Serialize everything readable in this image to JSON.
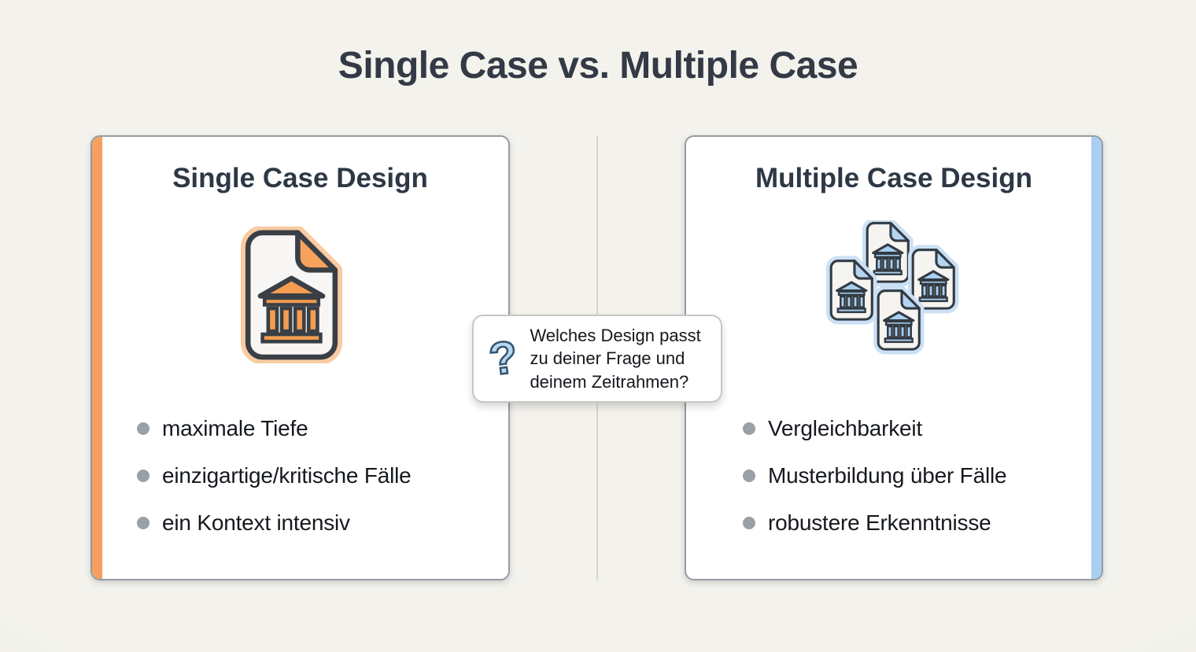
{
  "page_title": "Single Case vs. Multiple Case",
  "cards": {
    "single": {
      "title": "Single Case Design",
      "icon": "document-with-bank-orange",
      "accent_color": "#F5A05E",
      "bullets": [
        "maximale Tiefe",
        "einzigartige/kritische Fälle",
        "ein Kontext intensiv"
      ]
    },
    "multiple": {
      "title": "Multiple Case Design",
      "icon": "four-documents-with-bank-blue",
      "accent_color": "#A9CEF0",
      "bullets": [
        "Vergleichbarkeit",
        "Musterbildung über Fälle",
        "robustere Erkenntnisse"
      ]
    }
  },
  "center_bubble": {
    "question_mark": "?",
    "lines": [
      "Welches Design passt",
      "zu deiner Frage und",
      "deinem Zeitrahmen?"
    ]
  },
  "colors": {
    "background": "#F1F0EB",
    "title_text": "#333A45",
    "card_border": "#959CA4",
    "bullet_dot": "#99A0A6",
    "orange_accent": "#F5A05E",
    "orange_bank": "#F49C50",
    "orange_glow": "#F8CBA2",
    "blue_accent": "#A9CEF0",
    "blue_bank": "#A9CFF0",
    "blue_glow": "#CBE0F5",
    "question_mark_fill": "#B9D7F1",
    "question_mark_outline": "#33536F",
    "divider": "#D7D5CF"
  }
}
